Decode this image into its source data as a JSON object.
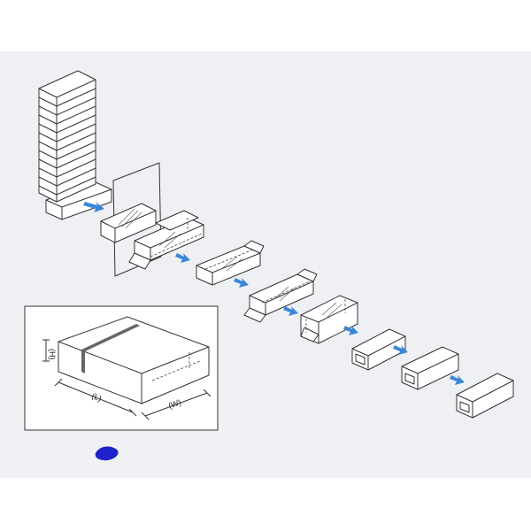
{
  "colors": {
    "background": "#eef0f4",
    "band": "#ffffff",
    "line": "#333333",
    "arrow": "#3a86d8",
    "blob": "#1e22c8"
  },
  "labels": {
    "height": "(H)",
    "length": "(L)",
    "width": "(W)"
  }
}
